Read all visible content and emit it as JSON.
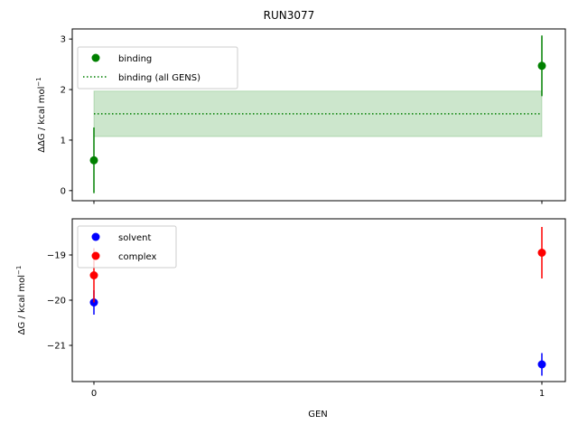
{
  "chart_data": {
    "title": "RUN3077",
    "xlabel": "GEN",
    "x": [
      0,
      1
    ],
    "xticks": [
      "0",
      "1"
    ],
    "panels": [
      {
        "ylabel_main": "ΔΔG / kcal mol",
        "ylabel_sup": "−1",
        "ylim": [
          -0.2,
          3.2
        ],
        "yticks": [
          0,
          1,
          2,
          3
        ],
        "ytick_labels": [
          "0",
          "1",
          "2",
          "3"
        ],
        "legend": "upper left",
        "series": [
          {
            "name": "binding",
            "type": "scatter",
            "color": "#008000",
            "points": [
              {
                "x": 0,
                "y": 0.6,
                "err": 0.65
              },
              {
                "x": 1,
                "y": 2.47,
                "err": 0.6
              }
            ]
          }
        ],
        "band": {
          "name": "binding (all GENS)",
          "color": "#008000",
          "x": [
            0,
            1
          ],
          "mean": 1.52,
          "low": 1.07,
          "high": 1.97
        }
      },
      {
        "ylabel_main": "ΔG / kcal mol",
        "ylabel_sup": "−1",
        "ylim": [
          -21.8,
          -18.2
        ],
        "yticks": [
          -21,
          -20,
          -19
        ],
        "ytick_labels": [
          "−21",
          "−20",
          "−19"
        ],
        "legend": "upper left",
        "series": [
          {
            "name": "solvent",
            "type": "scatter",
            "color": "#0000ff",
            "points": [
              {
                "x": 0,
                "y": -20.05,
                "err": 0.27
              },
              {
                "x": 1,
                "y": -21.42,
                "err": 0.25
              }
            ]
          },
          {
            "name": "complex",
            "type": "scatter",
            "color": "#ff0000",
            "points": [
              {
                "x": 0,
                "y": -19.45,
                "err": 0.6
              },
              {
                "x": 1,
                "y": -18.95,
                "err": 0.57
              }
            ]
          }
        ]
      }
    ]
  }
}
